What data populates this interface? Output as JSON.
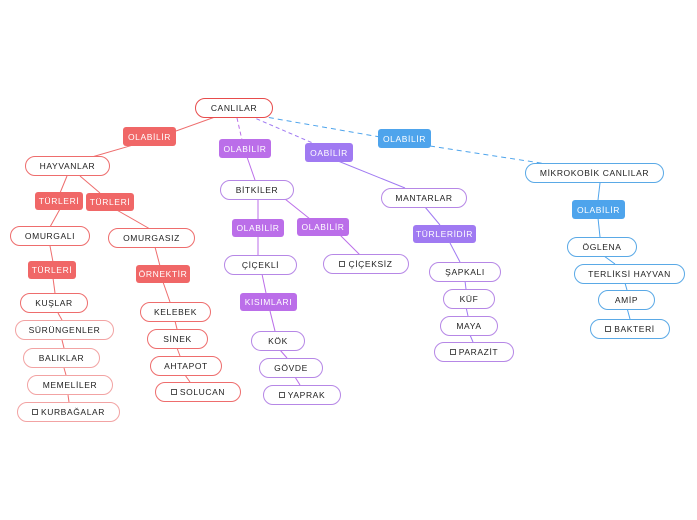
{
  "root": "CANLILAR",
  "branches": {
    "animals": {
      "relation": "OLABİLİR",
      "node": "HAYVANLAR",
      "relation_left": "TÜRLERİ",
      "relation_right": "TÜRLERİ",
      "vertebrates": {
        "node": "OMURGALI",
        "relation": "TÜRLERİ",
        "items": [
          "KUŞLAR",
          "SÜRÜNGENLER",
          "BALIKLAR",
          "MEMELİLER",
          "KURBAĞALAR"
        ]
      },
      "invertebrates": {
        "node": "OMURGASIZ",
        "relation": "ÖRNEKTİR",
        "items": [
          "KELEBEK",
          "SİNEK",
          "AHTAPOT",
          "SOLUCAN"
        ]
      }
    },
    "plants": {
      "relation": "OLABİLİR",
      "node": "BİTKİLER",
      "relation_left": "OLABİLİR",
      "relation_right": "OLABİLİR",
      "flowering": {
        "node": "ÇİÇEKLİ",
        "relation": "KISIMLARI",
        "items": [
          "KÖK",
          "GÖVDE",
          "YAPRAK"
        ]
      },
      "flowerless": "ÇİÇEKSİZ"
    },
    "fungi": {
      "relation": "OABİLİR",
      "node": "MANTARLAR",
      "relation2": "TÜRLERİDİR",
      "items": [
        "ŞAPKALI",
        "KÜF",
        "MAYA",
        "PARAZİT"
      ]
    },
    "micro": {
      "relation": "OLABİLİR",
      "node": "MİKROKOBİK CANLILAR",
      "relation2": "OLABİLİR",
      "items": [
        "ÖGLENA",
        "TERLİKSİ HAYVAN",
        "AMİP",
        "BAKTERİ"
      ]
    }
  },
  "colors": {
    "red": "#f06767",
    "pink": "#f2a3a3",
    "purple": "#bb6ee9",
    "violet": "#a07af2",
    "blue": "#4ea4ec"
  }
}
